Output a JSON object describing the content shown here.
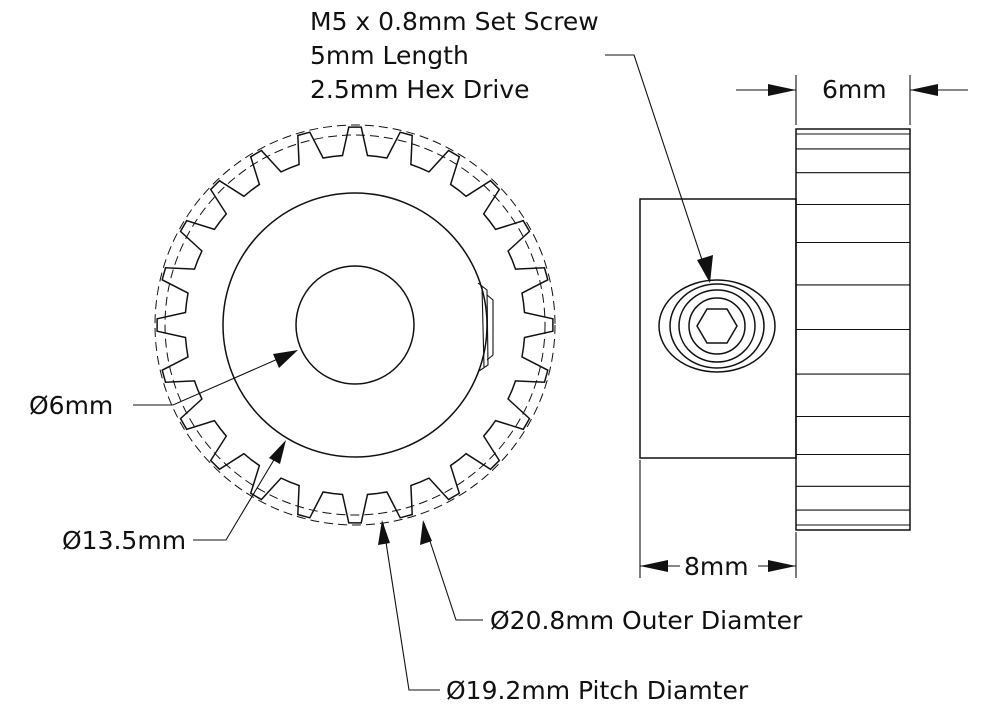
{
  "labels": {
    "set_screw_line1": "M5 x 0.8mm Set Screw",
    "set_screw_line2": "5mm Length",
    "set_screw_line3": "2.5mm Hex Drive",
    "gear_width": "6mm",
    "hub_length": "8mm",
    "bore_diameter": "Ø6mm",
    "hub_diameter": "Ø13.5mm",
    "outer_diameter": "Ø20.8mm Outer Diamter",
    "pitch_diameter": "Ø19.2mm Pitch Diamter"
  },
  "gear": {
    "tooth_count": 24
  },
  "colors": {
    "line": "#111111",
    "background": "#ffffff"
  }
}
